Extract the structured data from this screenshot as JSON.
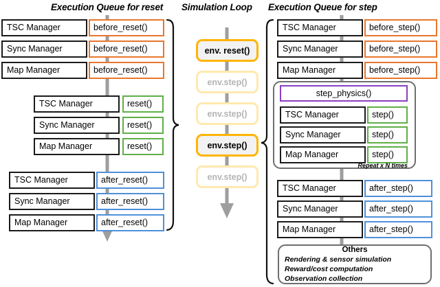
{
  "diagram": {
    "titles": {
      "left": "Execution Queue for reset",
      "middle": "Simulation Loop",
      "right": "Execution Queue for step"
    },
    "colors": {
      "before_hook": "#E8762C",
      "main_hook": "#5FAE46",
      "after_hook": "#4D90D9",
      "env_active": "#FFB400",
      "env_ghost": "#FFE9AE",
      "physics": "#8A3FC0",
      "manager": "#1a1a1a",
      "flow_arrow": "#9e9e9e",
      "group_outline": "#6e6e6e"
    },
    "managers": [
      "TSC Manager",
      "Sync Manager",
      "Map Manager"
    ],
    "reset_queue": {
      "before": {
        "label": "before_reset()",
        "rows": [
          "TSC Manager",
          "Sync Manager",
          "Map Manager"
        ]
      },
      "main": {
        "label": "reset()",
        "rows": [
          "TSC Manager",
          "Sync Manager",
          "Map Manager"
        ]
      },
      "after": {
        "label": "after_reset()",
        "rows": [
          "TSC Manager",
          "Sync Manager",
          "Map Manager"
        ]
      }
    },
    "step_queue": {
      "before": {
        "label": "before_step()",
        "rows": [
          "TSC Manager",
          "Sync Manager",
          "Map Manager"
        ]
      },
      "main": {
        "label": "step()",
        "rows": [
          "TSC Manager",
          "Sync Manager",
          "Map Manager"
        ]
      },
      "after": {
        "label": "after_step()",
        "rows": [
          "TSC Manager",
          "Sync Manager",
          "Map Manager"
        ]
      },
      "physics_label": "step_physics()",
      "repeat_note": "Repeat x N times",
      "others": {
        "title": "Others",
        "lines": [
          "Rendering & sensor simulation",
          "Reward/cost computation",
          "Observation collection"
        ]
      }
    },
    "simulation_loop": {
      "steps": [
        {
          "label": "env. reset()",
          "state": "active"
        },
        {
          "label": "env.step()",
          "state": "ghost"
        },
        {
          "label": "env.step()",
          "state": "ghost"
        },
        {
          "label": "env.step()",
          "state": "active"
        },
        {
          "label": "env.step()",
          "state": "ghost"
        }
      ]
    }
  }
}
